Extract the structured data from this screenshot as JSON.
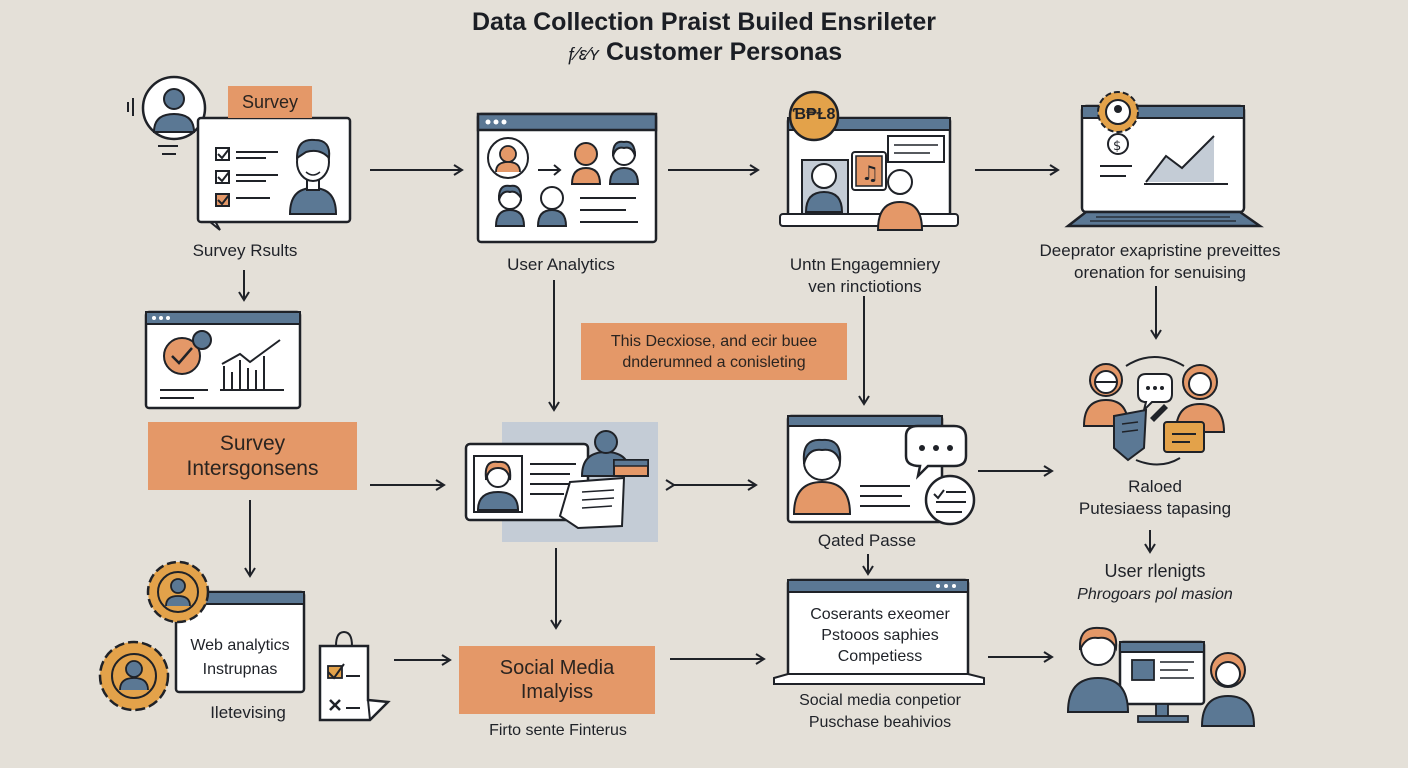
{
  "title": {
    "line1": "Data Collection Praist Builed Ensrileter",
    "line2": "Customer Personas",
    "line2_prefix": "ƒ⁄ɛ⁄ʏ"
  },
  "nodes": {
    "survey_tag": "Survey",
    "survey_results": "Survey Rsults",
    "user_analytics": "User Analytics",
    "badge_label": "Ɓ₱Ɫ8",
    "user_engagement": [
      "Untn Engagemniery",
      "ven rinctiotions"
    ],
    "deep_analysis": [
      "Deeprator exapristine preveittes",
      "orenation for senuising"
    ],
    "callout": [
      "This Decxiose, and ecir buee",
      "dnderumned a conisleting"
    ],
    "survey_box": [
      "Survey",
      "Intersgonsens"
    ],
    "qated_passe": "Qated Passe",
    "raloed": [
      "Raloed",
      "Putesiaess tapasing"
    ],
    "user_insights": "User rlenigts",
    "insights_sub": "Phrogoars pol masion",
    "web_analytics": [
      "Web analytics",
      "Instrupnas"
    ],
    "intervising": "Iletevising",
    "social_media_box": [
      "Social Media",
      "Imalyiss"
    ],
    "firto": "Firto sente Finterus",
    "coserats": [
      "Coserants exeomer",
      "Pstooos saphies",
      "Competiess"
    ],
    "social_comp": [
      "Social media conpetior",
      "Puschase beahivios"
    ]
  },
  "colors": {
    "background": "#e4e0d8",
    "accent_orange": "#e49868",
    "slate_blue": "#5b7894",
    "ink": "#1f2228",
    "gear_gold": "#e3a24a",
    "panel_blue": "#c4ccd6"
  },
  "icons": [
    "user-avatar-icon",
    "checklist-icon",
    "browser-window-icon",
    "bar-chart-icon",
    "laptop-icon",
    "gear-icon",
    "chat-bubble-icon",
    "music-note-icon",
    "shopping-bag-icon",
    "monitor-icon",
    "people-group-icon"
  ]
}
